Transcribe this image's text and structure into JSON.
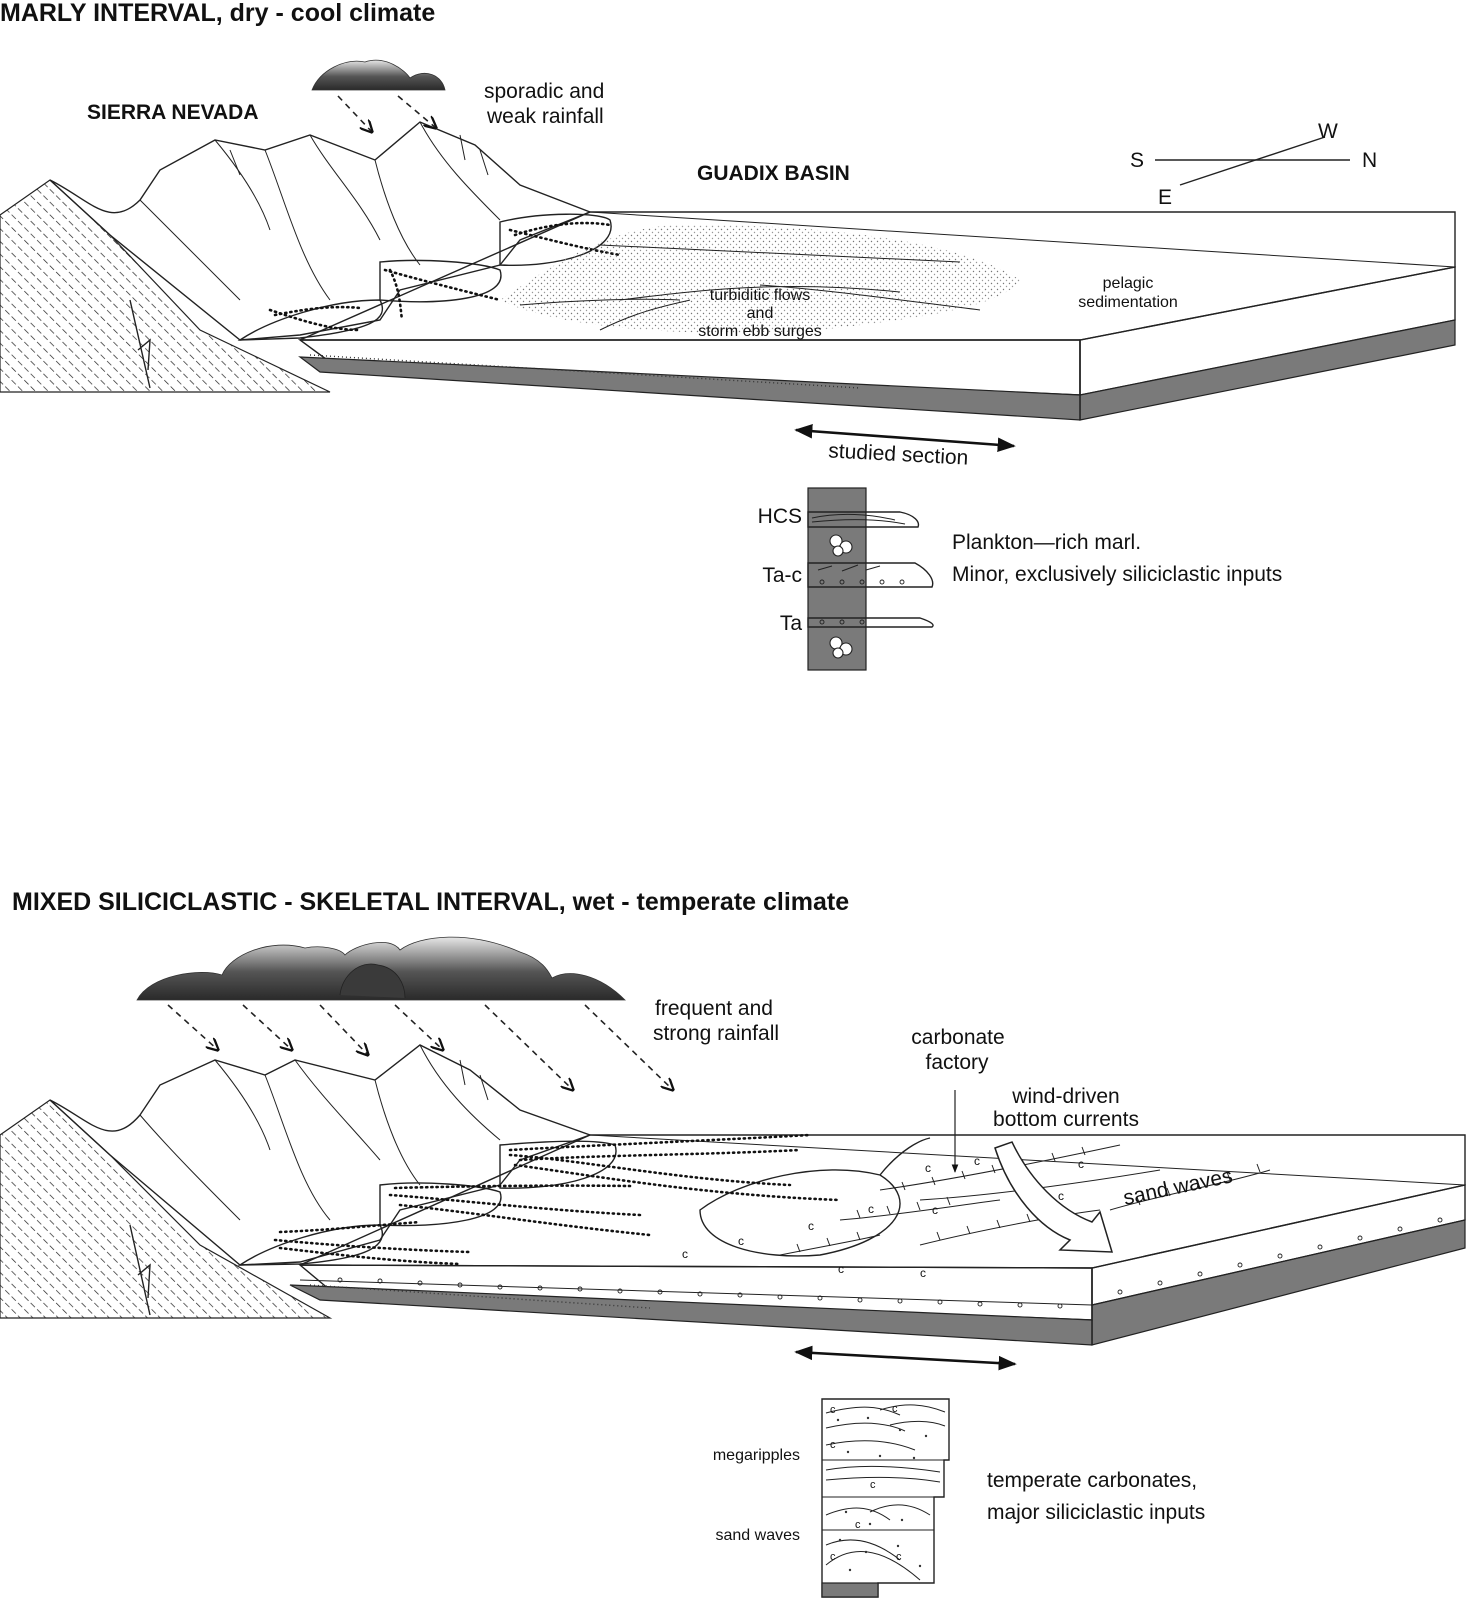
{
  "panel_top": {
    "title": "MARLY INTERVAL, dry - cool climate",
    "mountain_label": "SIERRA NEVADA",
    "basin_label": "GUADIX BASIN",
    "rain_label_1": "sporadic and",
    "rain_label_2": "weak rainfall",
    "compass": {
      "w": "W",
      "s": "S",
      "n": "N",
      "e": "E"
    },
    "flows_1": "turbiditic flows",
    "flows_2": "and",
    "flows_3": "storm ebb surges",
    "pelagic_1": "pelagic",
    "pelagic_2": "sedimentation",
    "section_label": "studied section",
    "log_labels": [
      "HCS",
      "Ta-c",
      "Ta"
    ],
    "description_1": "Plankton—rich marl.",
    "description_2": "Minor, exclusively siliciclastic inputs"
  },
  "panel_bottom": {
    "title": "MIXED SILICICLASTIC - SKELETAL INTERVAL, wet - temperate climate",
    "rain_label_1": "frequent and",
    "rain_label_2": "strong rainfall",
    "factory_1": "carbonate",
    "factory_2": "factory",
    "currents_1": "wind-driven",
    "currents_2": "bottom currents",
    "sand_waves_label": "sand waves",
    "log_labels": [
      "megaripples",
      "sand waves"
    ],
    "description_1": "temperate carbonates,",
    "description_2": "major siliciclastic inputs"
  },
  "colors": {
    "cloud": "#3a3a3a",
    "substrate": "#7a7a7a",
    "ink": "#111111"
  }
}
